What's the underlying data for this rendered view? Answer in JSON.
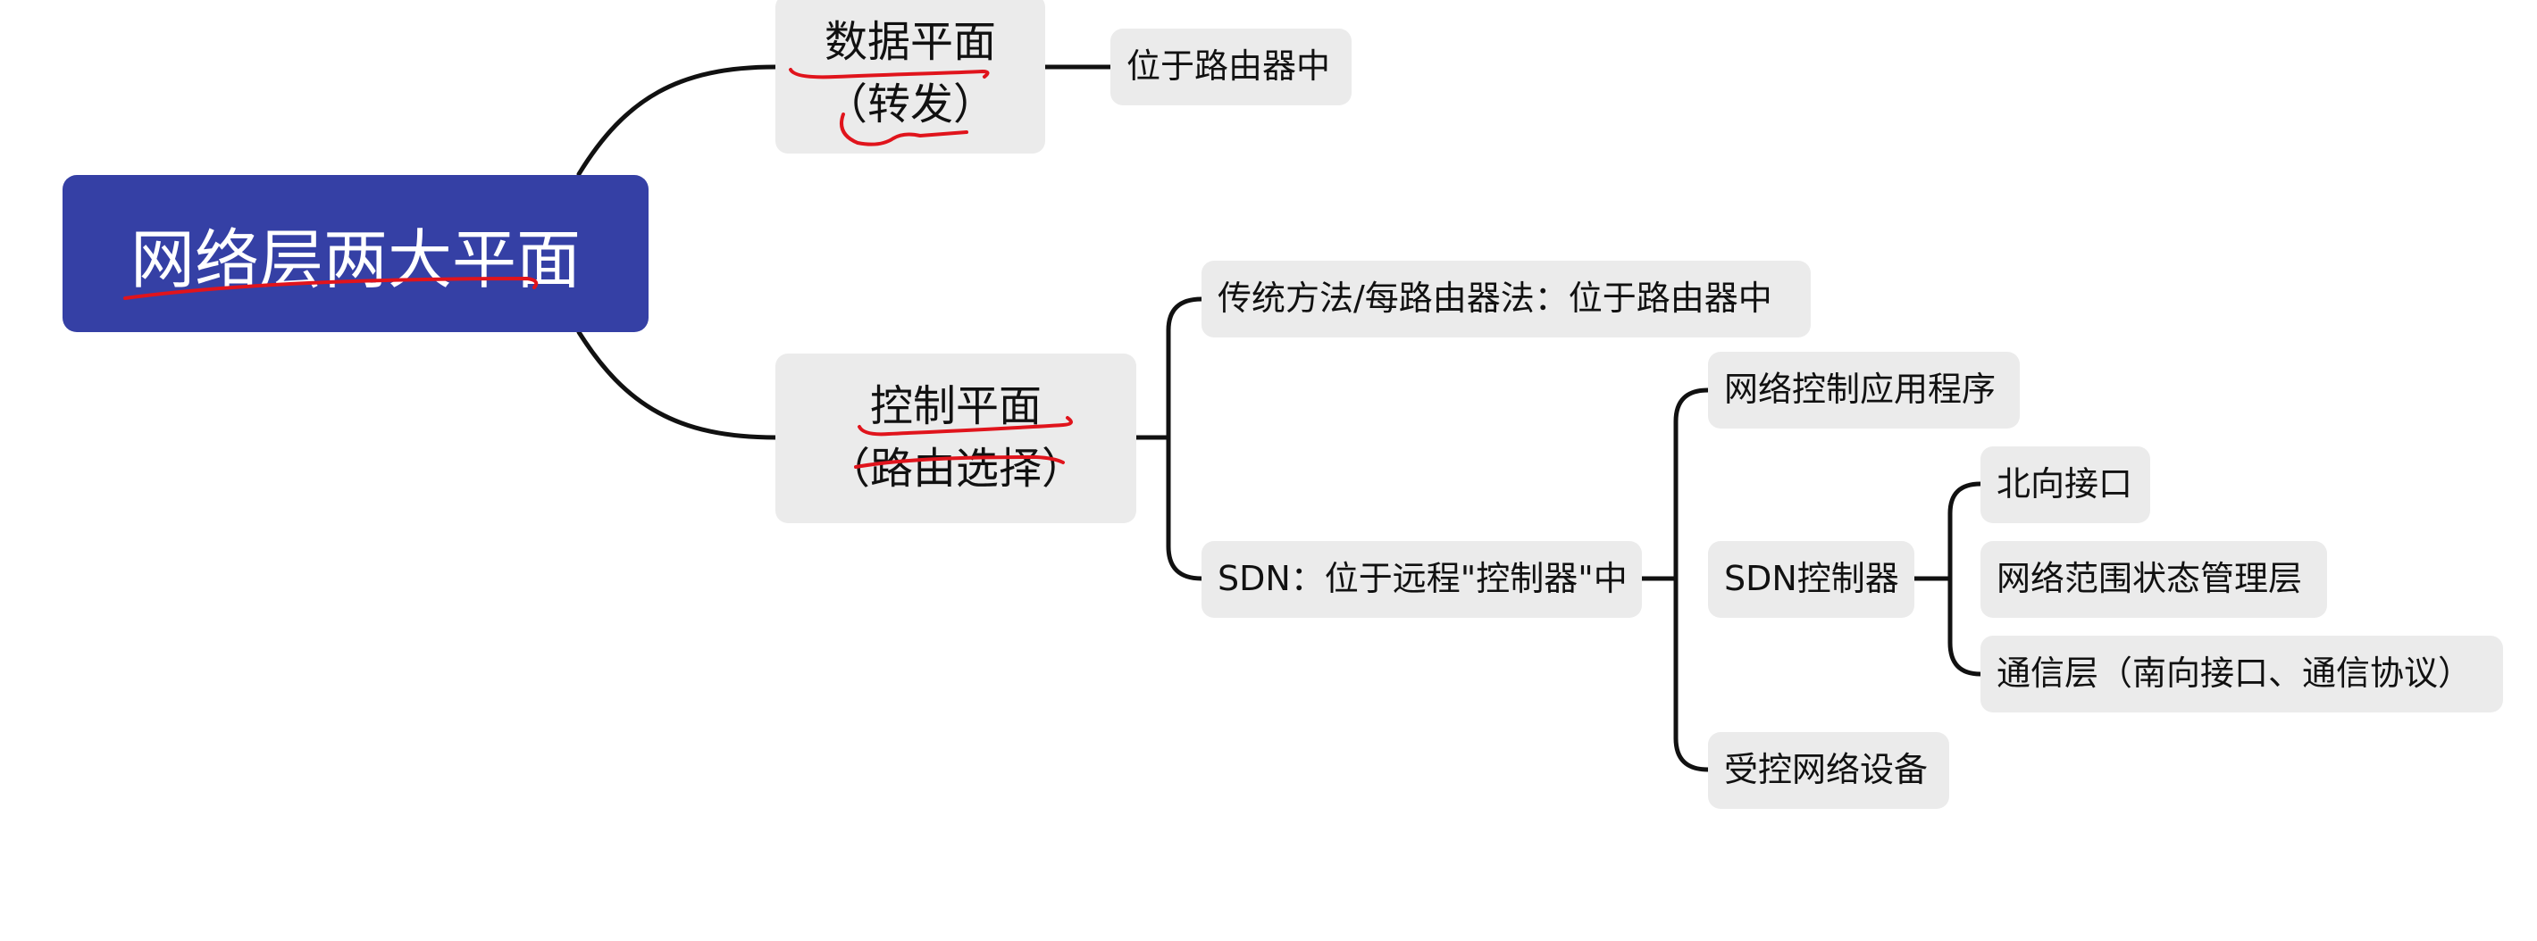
{
  "root": {
    "label": "网络层两大平面"
  },
  "data_plane": {
    "title": "数据平面",
    "subtitle": "（转发）",
    "location": "位于路由器中"
  },
  "control_plane": {
    "title": "控制平面",
    "subtitle": "（路由选择）",
    "traditional": "传统方法/每路由器法：位于路由器中",
    "sdn": "SDN：位于远程\"控制器\"中",
    "sdn_children": {
      "app": "网络控制应用程序",
      "controller": "SDN控制器",
      "devices": "受控网络设备"
    },
    "controller_children": {
      "north": "北向接口",
      "state": "网络范围状态管理层",
      "comm": "通信层（南向接口、通信协议）"
    }
  },
  "colors": {
    "root_fill": "#3540a5",
    "node_fill": "#ebebeb",
    "connector": "#111111",
    "annotation_ink": "#e0141c"
  }
}
